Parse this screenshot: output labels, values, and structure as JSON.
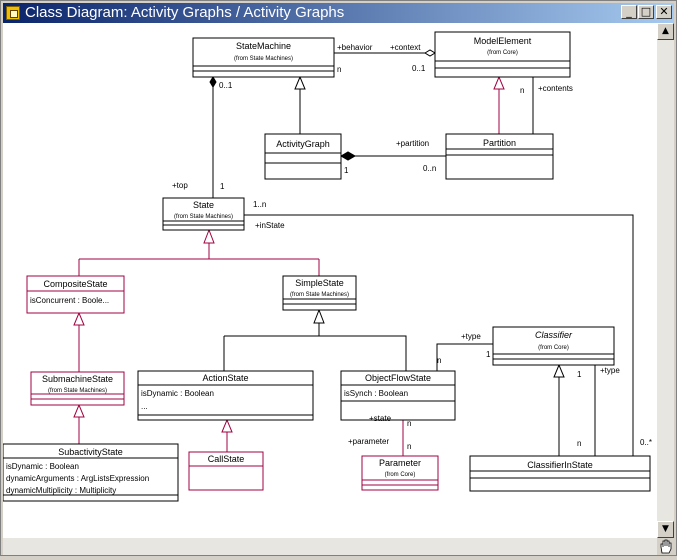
{
  "window": {
    "title": "Class Diagram: Activity Graphs / Activity Graphs",
    "buttons": {
      "minimize": "_",
      "maximize": "□",
      "close": "✕"
    },
    "icon": "class-diagram-icon"
  },
  "scroll": {
    "up": "▲",
    "down": "▼",
    "hand_icon": "hand-icon"
  },
  "colors": {
    "black": "#000000",
    "magenta": "#a00040",
    "titlebar": "#0a246a"
  },
  "classes": {
    "state_machine": {
      "name": "StateMachine",
      "from": "(from State Machines)"
    },
    "model_element": {
      "name": "ModelElement",
      "from": "(from Core)"
    },
    "activity_graph": {
      "name": "ActivityGraph"
    },
    "partition": {
      "name": "Partition"
    },
    "state": {
      "name": "State",
      "from": "(from State Machines)"
    },
    "composite_state": {
      "name": "CompositeState",
      "attrs": [
        "isConcurrent : Boole..."
      ]
    },
    "simple_state": {
      "name": "SimpleState",
      "from": "(from State Machines)"
    },
    "classifier": {
      "name": "Classifier",
      "from": "(from Core)"
    },
    "submachine_state": {
      "name": "SubmachineState",
      "from": "(from State Machines)"
    },
    "action_state": {
      "name": "ActionState",
      "attrs": [
        "isDynamic : Boolean",
        "..."
      ]
    },
    "object_flow_state": {
      "name": "ObjectFlowState",
      "attrs": [
        "isSynch : Boolean"
      ]
    },
    "subactivity_state": {
      "name": "SubactivityState",
      "attrs": [
        "isDynamic : Boolean",
        "dynamicArguments : ArgListsExpression",
        "dynamicMultiplicity : Multiplicity"
      ]
    },
    "call_state": {
      "name": "CallState"
    },
    "parameter": {
      "name": "Parameter",
      "from": "(from Core)"
    },
    "classifier_in_state": {
      "name": "ClassifierInState"
    }
  },
  "labels": {
    "behavior": "+behavior",
    "context": "+context",
    "sm_n": "n",
    "context_mult": "0..1",
    "top_mult": "0..1",
    "contents_n": "n",
    "contents": "+contents",
    "partition_role": "+partition",
    "ag_one": "1",
    "partition_mult": "0..n",
    "top": "+top",
    "top_one": "1",
    "state_mult": "1..n",
    "in_state": "+inState",
    "type1": "+type",
    "ofs_n": "n",
    "type_one": "1",
    "cis_one": "1",
    "type2": "+type",
    "state_role": "+state",
    "state_n": "n",
    "parameter_role": "+parameter",
    "param_n": "n",
    "cis_n": "n",
    "in_state_mult": "0..*"
  }
}
